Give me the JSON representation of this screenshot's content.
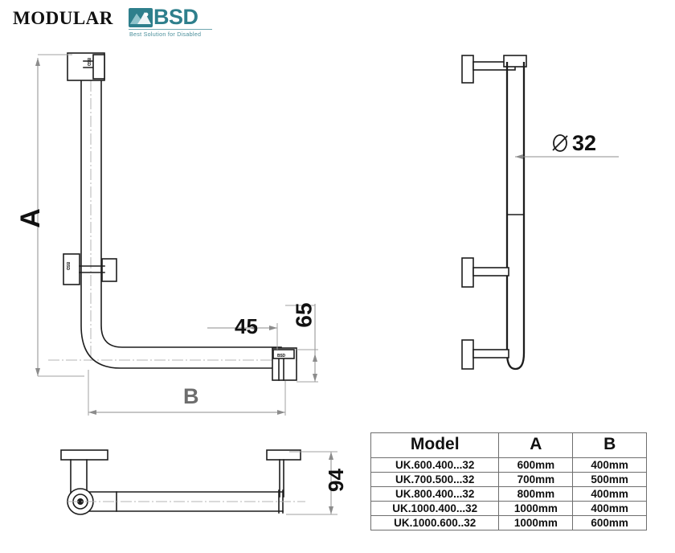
{
  "header": {
    "brand_title": "MODULAR",
    "logo": {
      "wordmark": "BSD",
      "tagline": "Best Solution for Disabled",
      "mark_icon": "bsd-mountain-icon",
      "accent_color": "#2e7f8c",
      "tagline_color": "#4b8f9b"
    }
  },
  "drawing": {
    "title": "modular-l-shaped-grab-bar",
    "front_view": {
      "name": "front-elevation-view",
      "dimensions": {
        "vertical_label": "A",
        "horizontal_label": "B",
        "offset_45": "45",
        "offset_65": "65"
      },
      "brackets": [
        {
          "name": "top-wall-flange",
          "logo_text": "BSD"
        },
        {
          "name": "middle-wall-bracket",
          "logo_text": "BSD"
        },
        {
          "name": "end-wall-bracket",
          "logo_text": "BSD"
        }
      ]
    },
    "side_view": {
      "name": "side-elevation-view",
      "diameter_symbol": "⌀",
      "diameter_value": "32"
    },
    "plan_view": {
      "name": "bottom-plan-view",
      "projection_label": "94"
    }
  },
  "table": {
    "name": "model-specification-table",
    "columns": [
      "Model",
      "A",
      "B"
    ],
    "rows": [
      {
        "model": "UK.600.400...32",
        "a": "600mm",
        "b": "400mm"
      },
      {
        "model": "UK.700.500...32",
        "a": "700mm",
        "b": "500mm"
      },
      {
        "model": "UK.800.400...32",
        "a": "800mm",
        "b": "400mm"
      },
      {
        "model": "UK.1000.400...32",
        "a": "1000mm",
        "b": "400mm"
      },
      {
        "model": "UK.1000.600..32",
        "a": "1000mm",
        "b": "600mm"
      }
    ]
  }
}
